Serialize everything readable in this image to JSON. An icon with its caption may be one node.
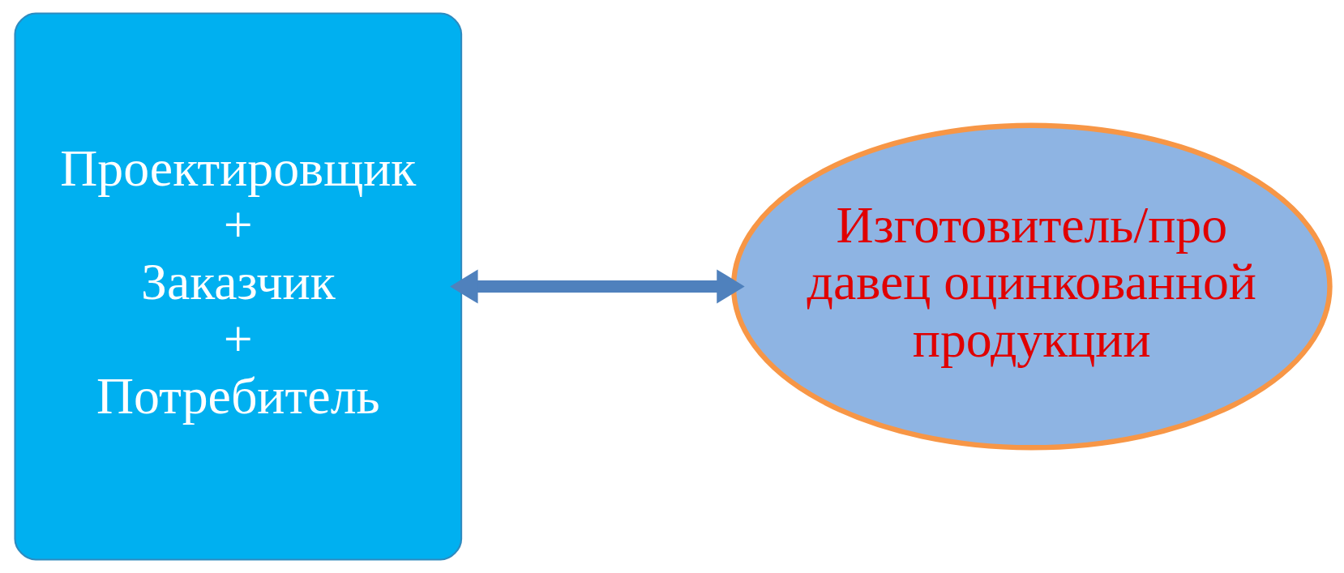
{
  "diagram": {
    "nodes": [
      {
        "text": [
          "Проектировщик + Заказчик + Потребитель"
        ]
      },
      {
        "text": [
          "Изготовитель/про давец оцинкованной продукции"
        ]
      }
    ],
    "edges": [
      {
        "from": 0,
        "to": 1,
        "arrow": "both"
      }
    ]
  }
}
